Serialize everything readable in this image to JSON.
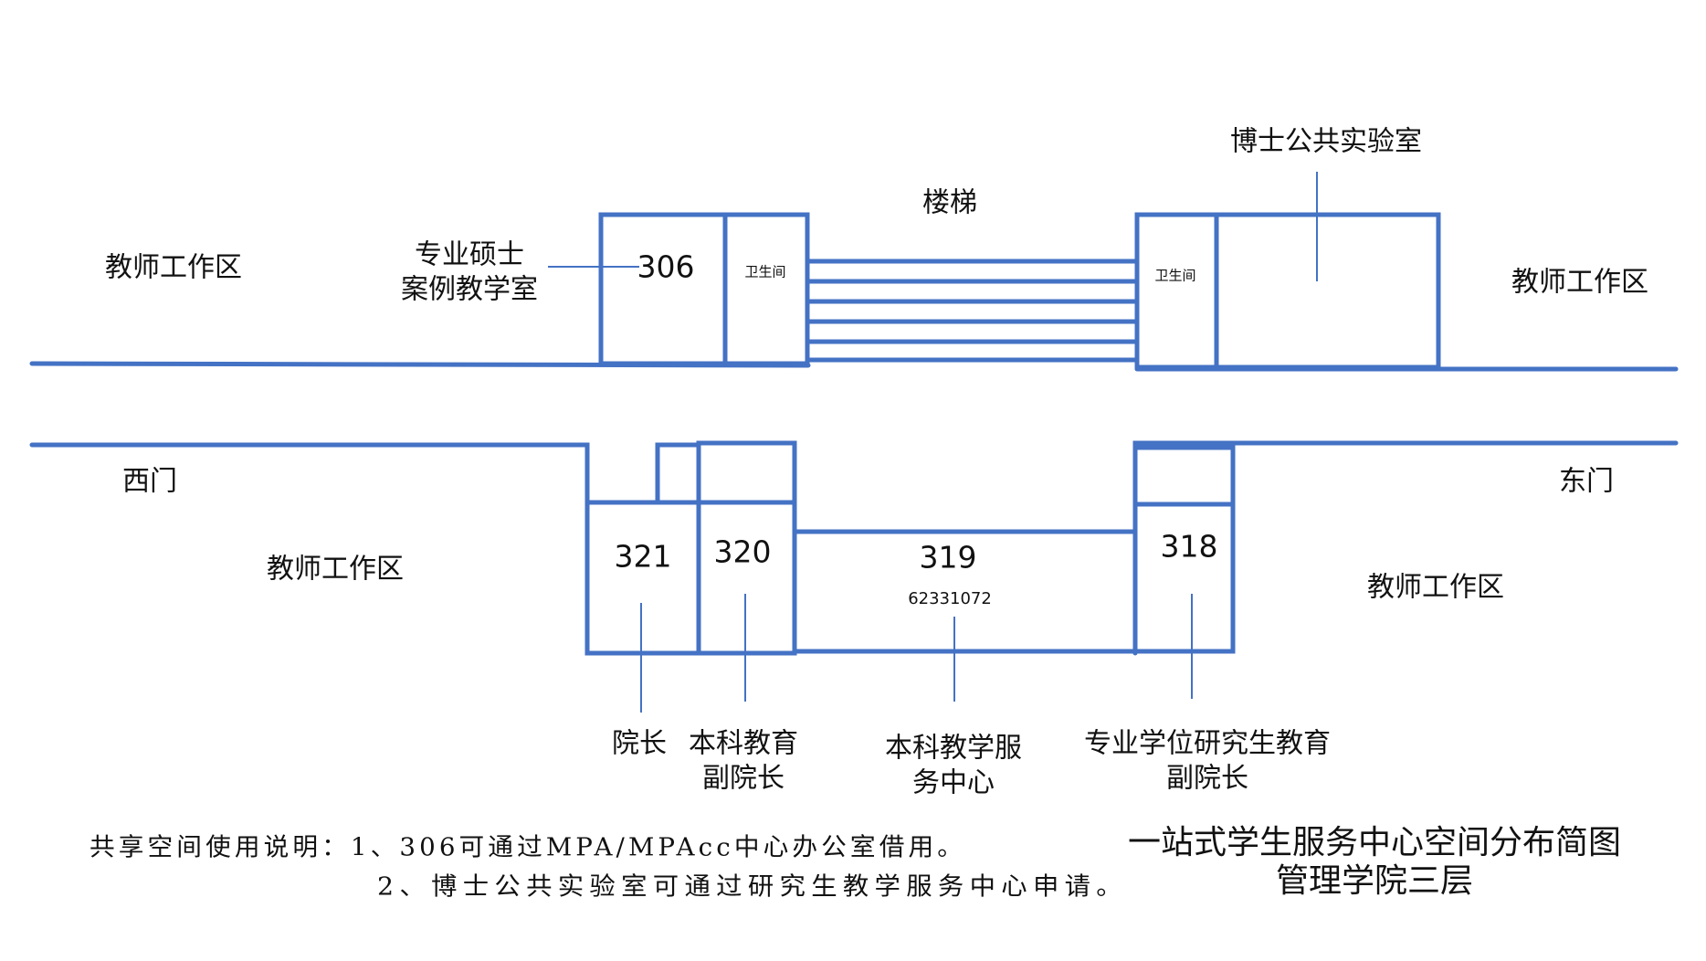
{
  "colors": {
    "wall": "#4472C4",
    "text": "#111111",
    "background": "#ffffff"
  },
  "areas": {
    "teacher_work_top_left": "教师工作区",
    "teacher_work_top_right": "教师工作区",
    "teacher_work_bottom_left": "教师工作区",
    "teacher_work_bottom_right": "教师工作区"
  },
  "doors": {
    "west": "西门",
    "east": "东门"
  },
  "rooms": {
    "r306": {
      "number": "306",
      "label_line1": "专业硕士",
      "label_line2": "案例教学室"
    },
    "restroom_left": "卫生间",
    "restroom_right": "卫生间",
    "stairs": "楼梯",
    "phd_lab": "博士公共实验室",
    "r321": {
      "number": "321",
      "label": "院长"
    },
    "r320": {
      "number": "320",
      "label_line1": "本科教育",
      "label_line2": "副院长"
    },
    "r319": {
      "number": "319",
      "phone": "62331072",
      "label_line1": "本科教学服",
      "label_line2": "务中心"
    },
    "r318": {
      "number": "318",
      "label_line1": "专业学位研究生教育",
      "label_line2": "副院长"
    }
  },
  "notes": {
    "line1": "共享空间使用说明：1、306可通过MPA/MPAcc中心办公室借用。",
    "line2": "2、博士公共实验室可通过研究生教学服务中心申请。"
  },
  "title": {
    "line1": "一站式学生服务中心空间分布简图",
    "line2": "管理学院三层"
  }
}
